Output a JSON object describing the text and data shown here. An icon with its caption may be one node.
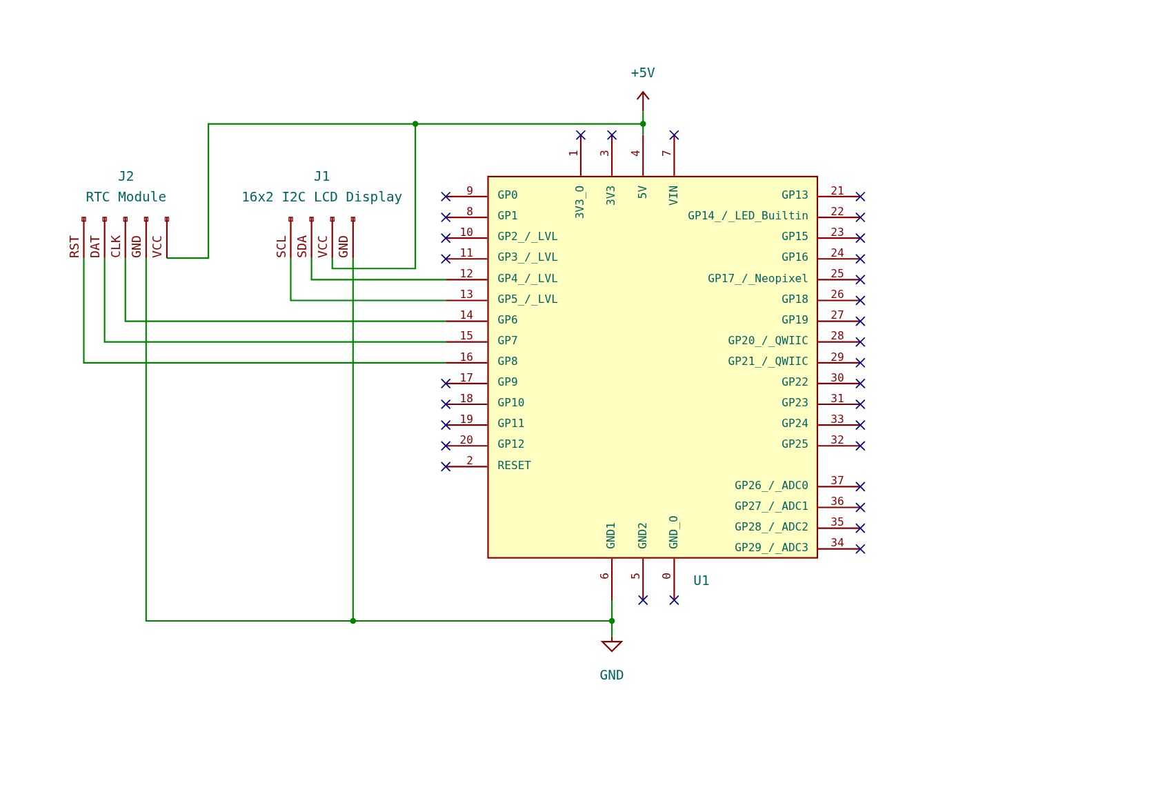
{
  "diagram": {
    "nodes": [
      {
        "text": [
          "+5V"
        ]
      },
      {
        "text": [],
        "shape": "circle"
      },
      {
        "text": [],
        "shape": "circle"
      },
      {
        "text": [
          "J2",
          "RTC Module"
        ]
      },
      {
        "text": [
          "RST"
        ],
        "in": 3
      },
      {
        "text": [
          "DAT"
        ],
        "in": 3
      },
      {
        "text": [
          "CLK"
        ],
        "in": 3
      },
      {
        "text": [
          "GND"
        ],
        "in": 3
      },
      {
        "text": [
          "VCC"
        ],
        "in": 3
      },
      {
        "text": [
          "J1",
          "16x2 I2C LCD Display"
        ]
      },
      {
        "text": [
          "SCL"
        ],
        "in": 9
      },
      {
        "text": [
          "SDA"
        ],
        "in": 9
      },
      {
        "text": [
          "VCC"
        ],
        "in": 9
      },
      {
        "text": [
          "GND"
        ],
        "in": 9
      },
      {
        "text": [
          "U1"
        ]
      },
      {
        "text": [
          "3V3_O",
          "1"
        ]
      },
      {
        "text": [
          "3V3",
          "3"
        ]
      },
      {
        "text": [
          "5V",
          "4"
        ]
      },
      {
        "text": [
          "VIN",
          "7"
        ]
      },
      {
        "text": [
          "GP0",
          "9"
        ]
      },
      {
        "text": [
          "GP1",
          "8"
        ]
      },
      {
        "text": [
          "GP2_/_LVL",
          "10"
        ]
      },
      {
        "text": [
          "GP3_/_LVL",
          "11"
        ]
      },
      {
        "text": [
          "GP4_/_LVL",
          "12"
        ]
      },
      {
        "text": [
          "GP5_/_LVL",
          "13"
        ]
      },
      {
        "text": [
          "GP6",
          "14"
        ]
      },
      {
        "text": [
          "GP7",
          "15"
        ]
      },
      {
        "text": [
          "GP8",
          "16"
        ]
      },
      {
        "text": [
          "GP9",
          "17"
        ]
      },
      {
        "text": [
          "GP10",
          "18"
        ]
      },
      {
        "text": [
          "GP11",
          "19"
        ]
      },
      {
        "text": [
          "GP12",
          "20"
        ]
      },
      {
        "text": [
          "RESET",
          "2"
        ]
      },
      {
        "text": [
          "GP13",
          "21"
        ]
      },
      {
        "text": [
          "GP14_/_LED_Builtin",
          "22"
        ]
      },
      {
        "text": [
          "GP15",
          "23"
        ]
      },
      {
        "text": [
          "GP16",
          "24"
        ]
      },
      {
        "text": [
          "GP17_/_Neopixel",
          "25"
        ]
      },
      {
        "text": [
          "GP18",
          "26"
        ]
      },
      {
        "text": [
          "GP19",
          "27"
        ]
      },
      {
        "text": [
          "GP20_/_QWIIC",
          "28"
        ]
      },
      {
        "text": [
          "GP21_/_QWIIC",
          "29"
        ]
      },
      {
        "text": [
          "GP22",
          "30"
        ]
      },
      {
        "text": [
          "GP23",
          "31"
        ]
      },
      {
        "text": [
          "GP24",
          "33"
        ]
      },
      {
        "text": [
          "GP25",
          "32"
        ]
      },
      {
        "text": [
          "GP26_/_ADC0",
          "37"
        ]
      },
      {
        "text": [
          "GP27_/_ADC1",
          "36"
        ]
      },
      {
        "text": [
          "GP28_/_ADC2",
          "35"
        ]
      },
      {
        "text": [
          "GP29_/_ADC3",
          "34"
        ]
      },
      {
        "text": [
          "GND1",
          "6"
        ]
      },
      {
        "text": [
          "GND2",
          "5"
        ]
      },
      {
        "text": [
          "GND_O",
          "0"
        ]
      },
      {
        "text": [],
        "shape": "circle"
      },
      {
        "text": [],
        "shape": "circle"
      },
      {
        "text": [
          "GND"
        ]
      }
    ],
    "edges": [
      {
        "from": 0,
        "to": 1,
        "arrow": "none"
      },
      {
        "from": 1,
        "to": 17,
        "arrow": "none"
      },
      {
        "from": 1,
        "to": 2,
        "arrow": "none"
      },
      {
        "from": 2,
        "to": 8,
        "arrow": "none"
      },
      {
        "from": 2,
        "to": 12,
        "arrow": "none"
      },
      {
        "from": 11,
        "to": 23,
        "arrow": "none"
      },
      {
        "from": 10,
        "to": 24,
        "arrow": "none"
      },
      {
        "from": 6,
        "to": 25,
        "arrow": "none"
      },
      {
        "from": 5,
        "to": 26,
        "arrow": "none"
      },
      {
        "from": 4,
        "to": 27,
        "arrow": "none"
      },
      {
        "from": 50,
        "to": 53,
        "arrow": "none"
      },
      {
        "from": 53,
        "to": 55,
        "arrow": "none"
      },
      {
        "from": 53,
        "to": 54,
        "arrow": "none"
      },
      {
        "from": 54,
        "to": 13,
        "arrow": "none"
      },
      {
        "from": 54,
        "to": 7,
        "arrow": "none"
      }
    ]
  }
}
